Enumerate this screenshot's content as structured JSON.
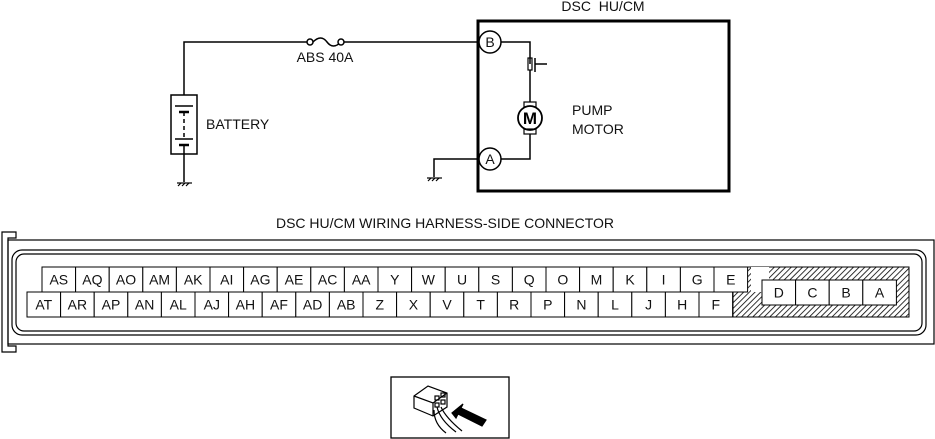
{
  "schematic": {
    "module_title": "DSC  HU/CM",
    "fuse_label": "ABS 40A",
    "battery_label": "BATTERY",
    "motor_symbol": "M",
    "motor_label_line1": "PUMP",
    "motor_label_line2": "MOTOR",
    "terminal_b": "B",
    "terminal_a": "A"
  },
  "connector": {
    "title": "DSC HU/CM WIRING HARNESS-SIDE CONNECTOR",
    "top_row": [
      "AS",
      "AQ",
      "AO",
      "AM",
      "AK",
      "AI",
      "AG",
      "AE",
      "AC",
      "AA",
      "Y",
      "W",
      "U",
      "S",
      "Q",
      "O",
      "M",
      "K",
      "I",
      "G",
      "E"
    ],
    "bottom_row": [
      "AT",
      "AR",
      "AP",
      "AN",
      "AL",
      "AJ",
      "AH",
      "AF",
      "AD",
      "AB",
      "Z",
      "X",
      "V",
      "T",
      "R",
      "P",
      "N",
      "L",
      "J",
      "H",
      "F"
    ],
    "large_row": [
      "D",
      "C",
      "B",
      "A"
    ]
  },
  "view_icon": {
    "name": "harness-side-view-icon"
  }
}
